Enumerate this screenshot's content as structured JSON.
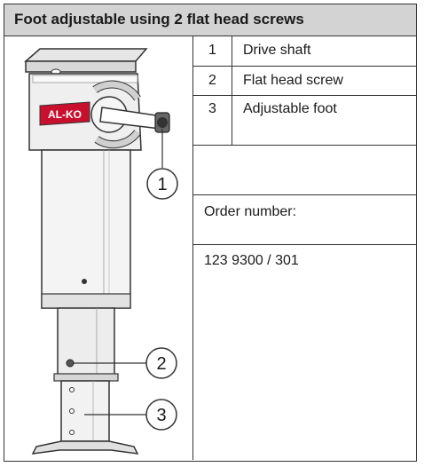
{
  "header": {
    "title": "Foot adjustable using 2 flat head screws"
  },
  "parts": [
    {
      "number": "1",
      "label": "Drive shaft"
    },
    {
      "number": "2",
      "label": "Flat head screw"
    },
    {
      "number": "3",
      "label": "Adjustable foot"
    }
  ],
  "order": {
    "label": "Order number:",
    "value": "123 9300 / 301"
  },
  "figure": {
    "logo_text": "AL-KO",
    "callouts": [
      "1",
      "2",
      "3"
    ]
  }
}
